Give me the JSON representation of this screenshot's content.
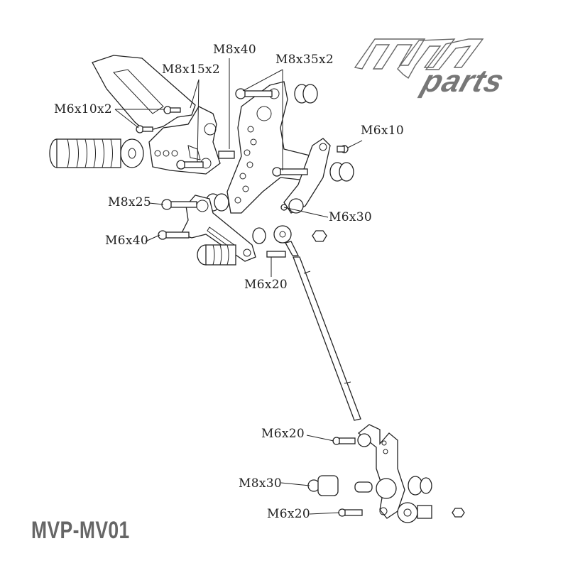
{
  "brand": {
    "logo_mv": "mv",
    "logo_parts": "parts"
  },
  "model_code": "MVP-MV01",
  "callouts": {
    "m8x40": "M8x40",
    "m8x35x2": "M8x35x2",
    "m8x15x2": "M8x15x2",
    "m6x10x2": "M6x10x2",
    "m6x10": "M6x10",
    "m8x25": "M8x25",
    "m6x30": "M6x30",
    "m6x40": "M6x40",
    "m6x20_upper": "M6x20",
    "m6x20_mid": "M6x20",
    "m8x30": "M8x30",
    "m6x20_lower": "M6x20"
  }
}
